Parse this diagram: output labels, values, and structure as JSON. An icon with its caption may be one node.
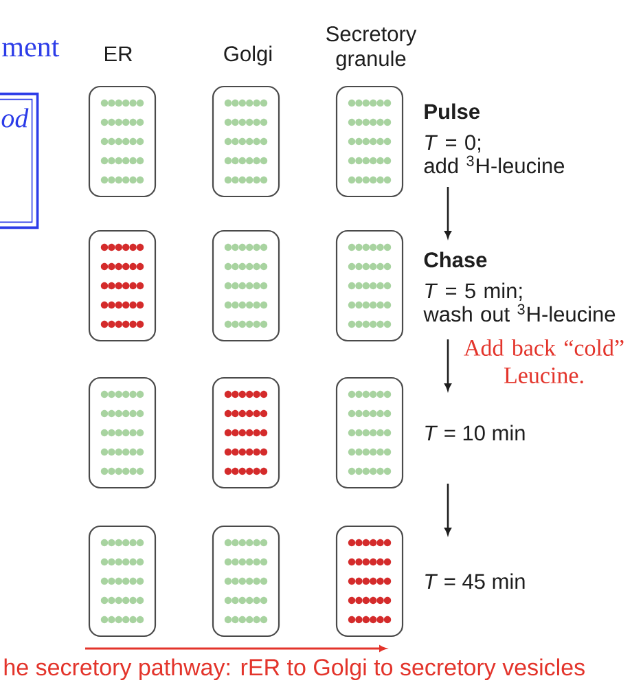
{
  "diagram": {
    "nodes": [
      {
        "text": [
          "od"
        ]
      },
      {
        "text": [
          "Pulse",
          "*T* = 0; add $^{3}$H-leucine"
        ]
      },
      {
        "text": [
          "Chase",
          "*T* = 5 min; wash out $^{3}$H-leucine"
        ]
      },
      {
        "text": [
          "*T* = 10 min"
        ]
      },
      {
        "text": [
          "*T* = 45 min"
        ]
      }
    ],
    "edges": [
      {
        "from": 1,
        "to": 2,
        "arrow": "to"
      },
      {
        "from": 2,
        "to": 3,
        "arrow": "to",
        "label": "Add back “cold” Leucine."
      },
      {
        "from": 3,
        "to": 4,
        "arrow": "to"
      }
    ],
    "labels": [
      "ment",
      "ER",
      "Golgi",
      "Secretory granule",
      "he secretory pathway: rER to Golgi to secretory vesicles"
    ]
  }
}
